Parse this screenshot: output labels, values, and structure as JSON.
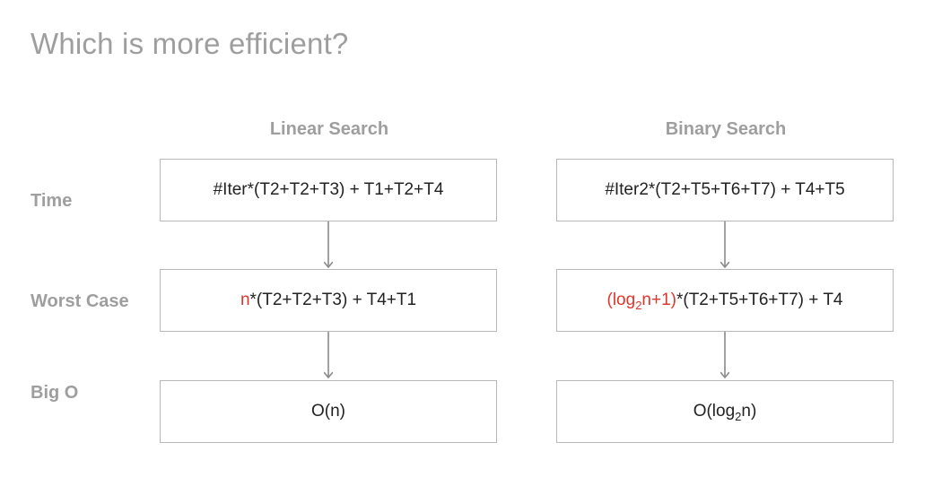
{
  "title": "Which is more efficient?",
  "columns": {
    "linear": "Linear Search",
    "binary": "Binary Search"
  },
  "rows": {
    "time": "Time",
    "worst": "Worst Case",
    "bigo": "Big O"
  },
  "linear": {
    "time": "#Iter*(T2+T2+T3) + T1+T2+T4",
    "worst_highlight": "n",
    "worst_rest": "*(T2+T2+T3) + T4+T1",
    "bigo": "O(n)"
  },
  "binary": {
    "time": "#Iter2*(T2+T5+T6+T7) + T4+T5",
    "worst_pre": "(log",
    "worst_sub": "2",
    "worst_post": "n+1)",
    "worst_rest": "*(T2+T5+T6+T7) + T4",
    "bigo_pre": "O(log",
    "bigo_sub": "2",
    "bigo_post": "n)"
  },
  "colors": {
    "title": "#9e9e9e",
    "highlight": "#e0352b",
    "border": "#b8b8b8",
    "arrow": "#8a8a8a"
  }
}
